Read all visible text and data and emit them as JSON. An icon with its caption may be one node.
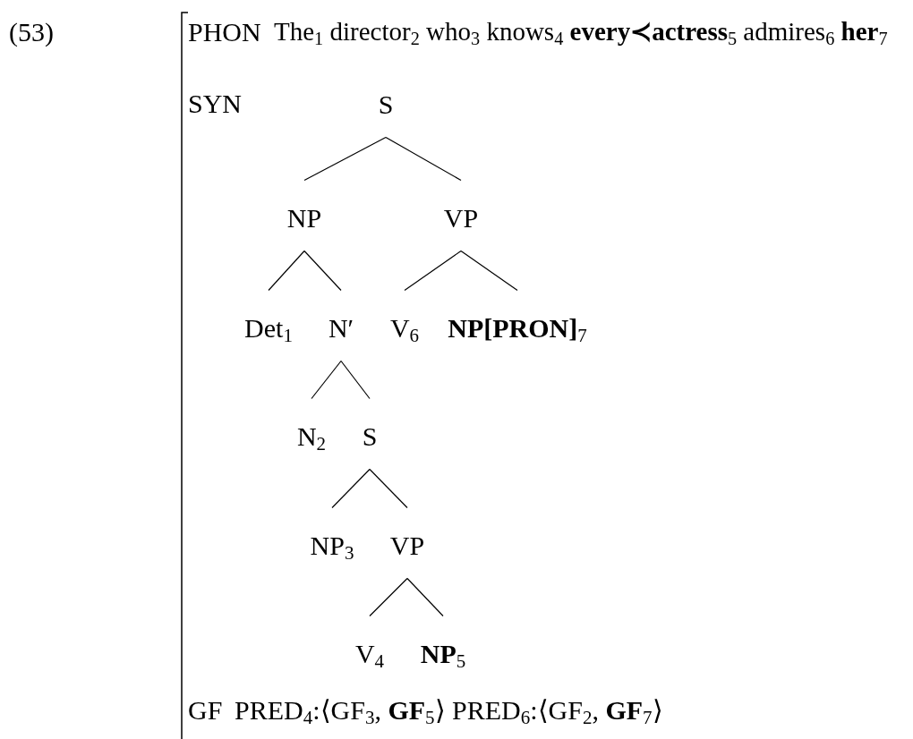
{
  "diagram": {
    "nodes": [
      {
        "text": [
          "S"
        ]
      },
      {
        "text": [
          "NP"
        ]
      },
      {
        "text": [
          "VP"
        ]
      },
      {
        "text": [
          "Det$_{1}$"
        ]
      },
      {
        "text": [
          "N′"
        ]
      },
      {
        "text": [
          "V$_{6}$"
        ]
      },
      {
        "text": [
          "**NP[PRON]**$_{7}$"
        ]
      },
      {
        "text": [
          "N$_{2}$"
        ]
      },
      {
        "text": [
          "S"
        ]
      },
      {
        "text": [
          "NP$_{3}$"
        ]
      },
      {
        "text": [
          "VP"
        ]
      },
      {
        "text": [
          "V$_{4}$"
        ]
      },
      {
        "text": [
          "**NP**$_{5}$"
        ]
      }
    ],
    "edges": [
      {
        "from": 0,
        "to": 1,
        "arrow": "none"
      },
      {
        "from": 0,
        "to": 2,
        "arrow": "none"
      },
      {
        "from": 1,
        "to": 3,
        "arrow": "none"
      },
      {
        "from": 1,
        "to": 4,
        "arrow": "none"
      },
      {
        "from": 2,
        "to": 5,
        "arrow": "none"
      },
      {
        "from": 2,
        "to": 6,
        "arrow": "none"
      },
      {
        "from": 4,
        "to": 7,
        "arrow": "none"
      },
      {
        "from": 4,
        "to": 8,
        "arrow": "none"
      },
      {
        "from": 8,
        "to": 9,
        "arrow": "none"
      },
      {
        "from": 8,
        "to": 10,
        "arrow": "none"
      },
      {
        "from": 10,
        "to": 11,
        "arrow": "none"
      },
      {
        "from": 10,
        "to": 12,
        "arrow": "none"
      }
    ],
    "labels": [
      "(53)",
      "PHON",
      "The$_{1}$ director$_{2}$ who$_{3}$ knows$_{4}$ **every≺actress**$_{5}$ admires$_{6}$ **her**$_{7}$",
      "SYN",
      "GF",
      "PRED$_{4}$:⟨GF$_{3}$, **GF**$_{5}$⟩ PRED$_{6}$:⟨GF$_{2}$, **GF**$_{7}$⟩"
    ]
  }
}
